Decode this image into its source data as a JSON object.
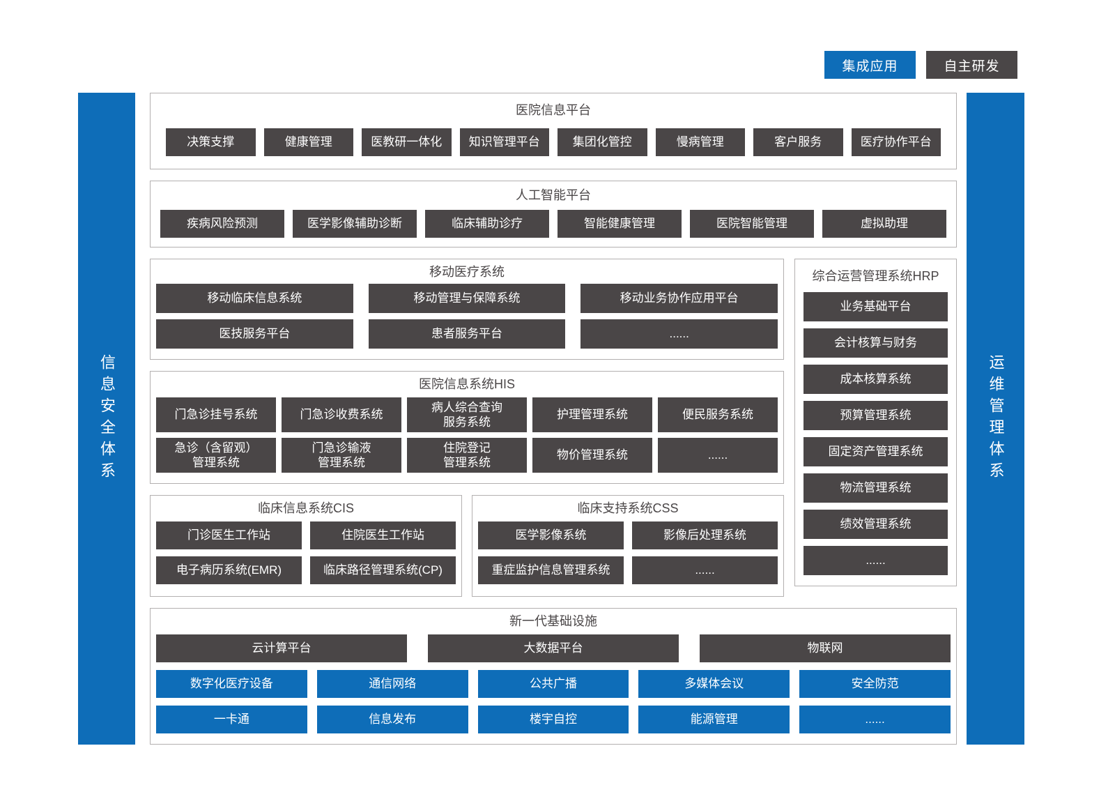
{
  "legend": {
    "integrated_label": "集成应用",
    "self_developed_label": "自主研发"
  },
  "sidebars": {
    "left_label": "信息安全体系",
    "right_label": "运维管理体系"
  },
  "colors": {
    "accent_blue": "#0e6db8",
    "dark_gray": "#4a4647",
    "box_border": "#b3b0b0"
  },
  "sections": {
    "hospital_info": {
      "title": "医院信息平台",
      "items": [
        "决策支撑",
        "健康管理",
        "医教研一体化",
        "知识管理平台",
        "集团化管控",
        "慢病管理",
        "客户服务",
        "医疗协作平台"
      ]
    },
    "ai": {
      "title": "人工智能平台",
      "items": [
        "疾病风险预测",
        "医学影像辅助诊断",
        "临床辅助诊疗",
        "智能健康管理",
        "医院智能管理",
        "虚拟助理"
      ]
    },
    "mobile": {
      "title": "移动医疗系统",
      "rows": [
        [
          "移动临床信息系统",
          "移动管理与保障系统",
          "移动业务协作应用平台"
        ],
        [
          "医技服务平台",
          "患者服务平台",
          "......"
        ]
      ]
    },
    "hrp": {
      "title": "综合运营管理系统HRP",
      "items": [
        "业务基础平台",
        "会计核算与财务",
        "成本核算系统",
        "预算管理系统",
        "固定资产管理系统",
        "物流管理系统",
        "绩效管理系统",
        "......"
      ]
    },
    "his": {
      "title": "医院信息系统HIS",
      "rows": [
        [
          "门急诊挂号系统",
          "门急诊收费系统",
          "病人综合查询\n服务系统",
          "护理管理系统",
          "便民服务系统"
        ],
        [
          "急诊（含留观）\n管理系统",
          "门急诊输液\n管理系统",
          "住院登记\n管理系统",
          "物价管理系统",
          "......"
        ]
      ]
    },
    "cis": {
      "title": "临床信息系统CIS",
      "rows": [
        [
          "门诊医生工作站",
          "住院医生工作站"
        ],
        [
          "电子病历系统(EMR)",
          "临床路径管理系统(CP)"
        ]
      ]
    },
    "css": {
      "title": "临床支持系统CSS",
      "rows": [
        [
          "医学影像系统",
          "影像后处理系统"
        ],
        [
          "重症监护信息管理系统",
          "......"
        ]
      ]
    },
    "infra": {
      "title": "新一代基础设施",
      "dark_items": [
        "云计算平台",
        "大数据平台",
        "物联网"
      ],
      "blue_rows": [
        [
          "数字化医疗设备",
          "通信网络",
          "公共广播",
          "多媒体会议",
          "安全防范"
        ],
        [
          "一卡通",
          "信息发布",
          "楼宇自控",
          "能源管理",
          "......"
        ]
      ]
    }
  }
}
